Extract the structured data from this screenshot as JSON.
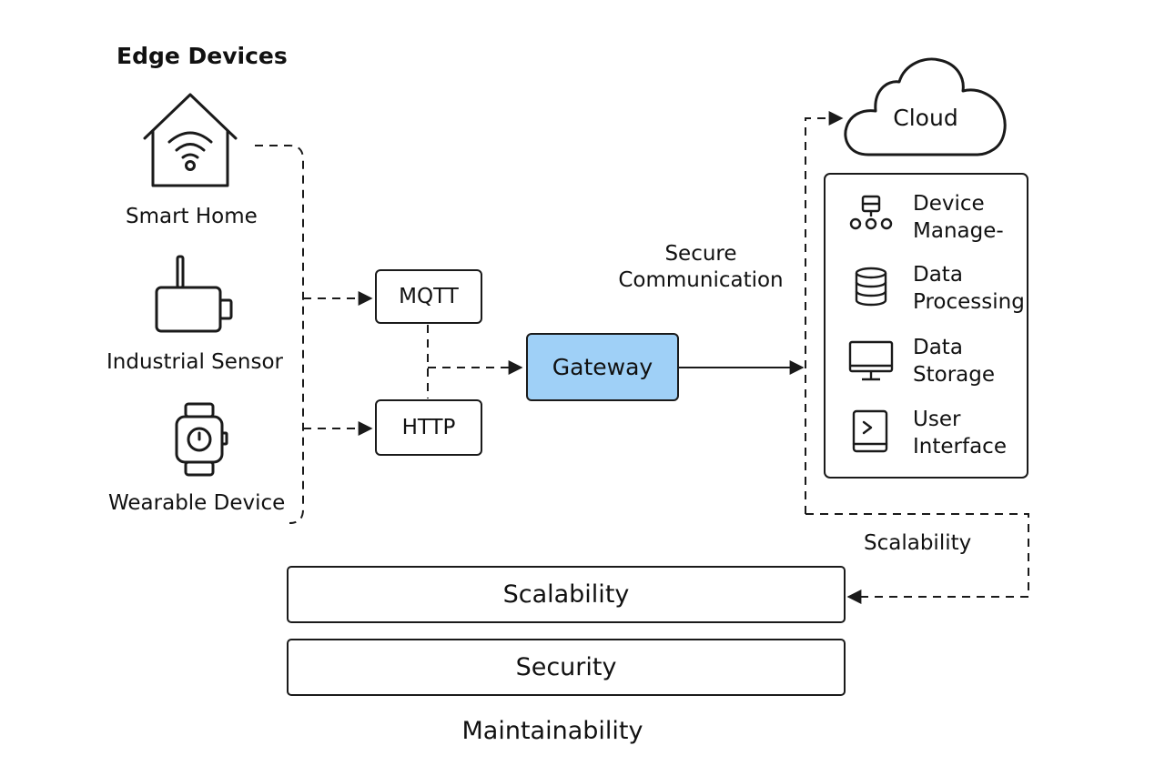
{
  "edge": {
    "title": "Edge Devices",
    "devices": [
      {
        "label": "Smart Home",
        "icon": "smart-home-icon"
      },
      {
        "label": "Industrial Sensor",
        "icon": "industrial-sensor-icon"
      },
      {
        "label": "Wearable Device",
        "icon": "smartwatch-icon"
      }
    ]
  },
  "protocols": {
    "mqtt": "MQTT",
    "http": "HTTP"
  },
  "gateway": {
    "label": "Gateway",
    "color": "#9fd0f7"
  },
  "secure_label": {
    "line1": "Secure",
    "line2": "Communication"
  },
  "cloud": {
    "label": "Cloud",
    "services": [
      {
        "line1": "Device",
        "line2": "Manage-",
        "icon": "device-management-icon"
      },
      {
        "line1": "Data",
        "line2": "Processing",
        "icon": "database-icon"
      },
      {
        "line1": "Data",
        "line2": "Storage",
        "icon": "monitor-icon"
      },
      {
        "line1": "User",
        "line2": "Interface",
        "icon": "terminal-icon"
      }
    ]
  },
  "scalability_link_label": "Scalability",
  "layers": {
    "scalability": "Scalability",
    "security": "Security",
    "maintainability": "Maintainability"
  }
}
